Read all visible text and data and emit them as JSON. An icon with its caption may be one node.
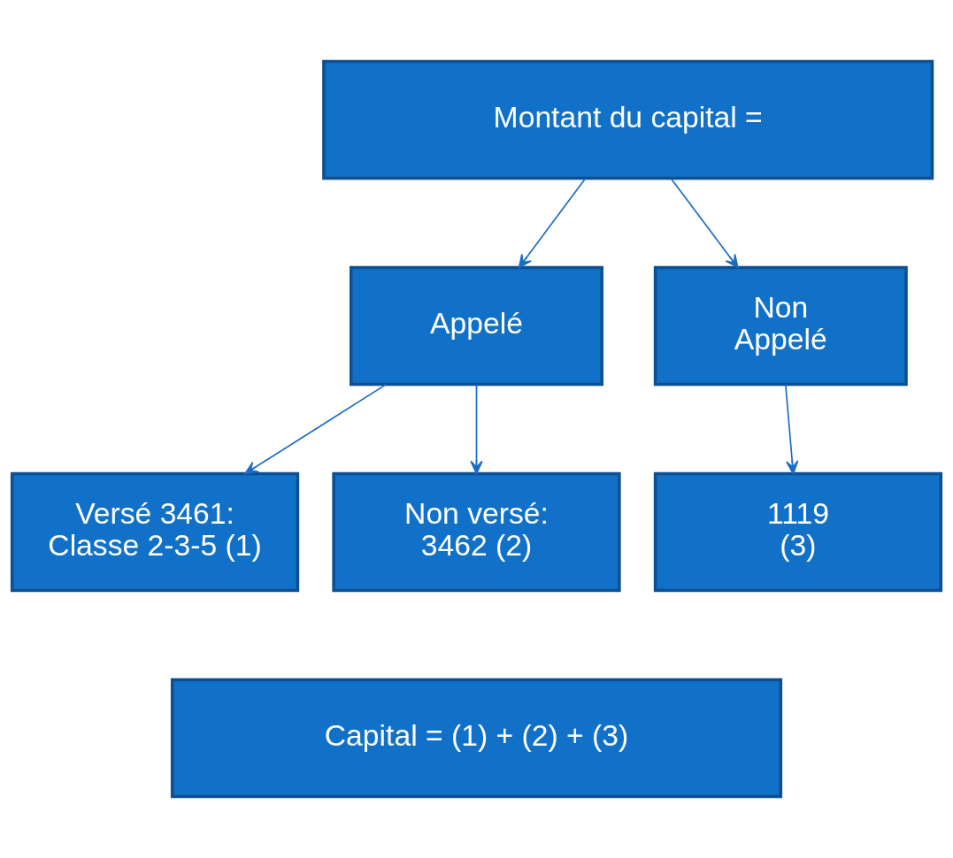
{
  "diagram": {
    "nodes": [
      {
        "text": [
          "Montant du capital ="
        ]
      },
      {
        "text": [
          "Appelé"
        ]
      },
      {
        "text": [
          "Non Appelé"
        ]
      },
      {
        "text": [
          "Versé 3461: Classe 2-3-5 (1)"
        ]
      },
      {
        "text": [
          "Non versé: 3462 (2)"
        ]
      },
      {
        "text": [
          "1119",
          "(3)"
        ]
      },
      {
        "text": [
          "Capital = (1) + (2) + (3)"
        ]
      }
    ],
    "edges": [
      {
        "from": 0,
        "to": 1,
        "arrow": "to"
      },
      {
        "from": 0,
        "to": 2,
        "arrow": "to"
      },
      {
        "from": 1,
        "to": 3,
        "arrow": "to"
      },
      {
        "from": 1,
        "to": 4,
        "arrow": "to"
      },
      {
        "from": 2,
        "to": 5,
        "arrow": "to"
      }
    ]
  }
}
